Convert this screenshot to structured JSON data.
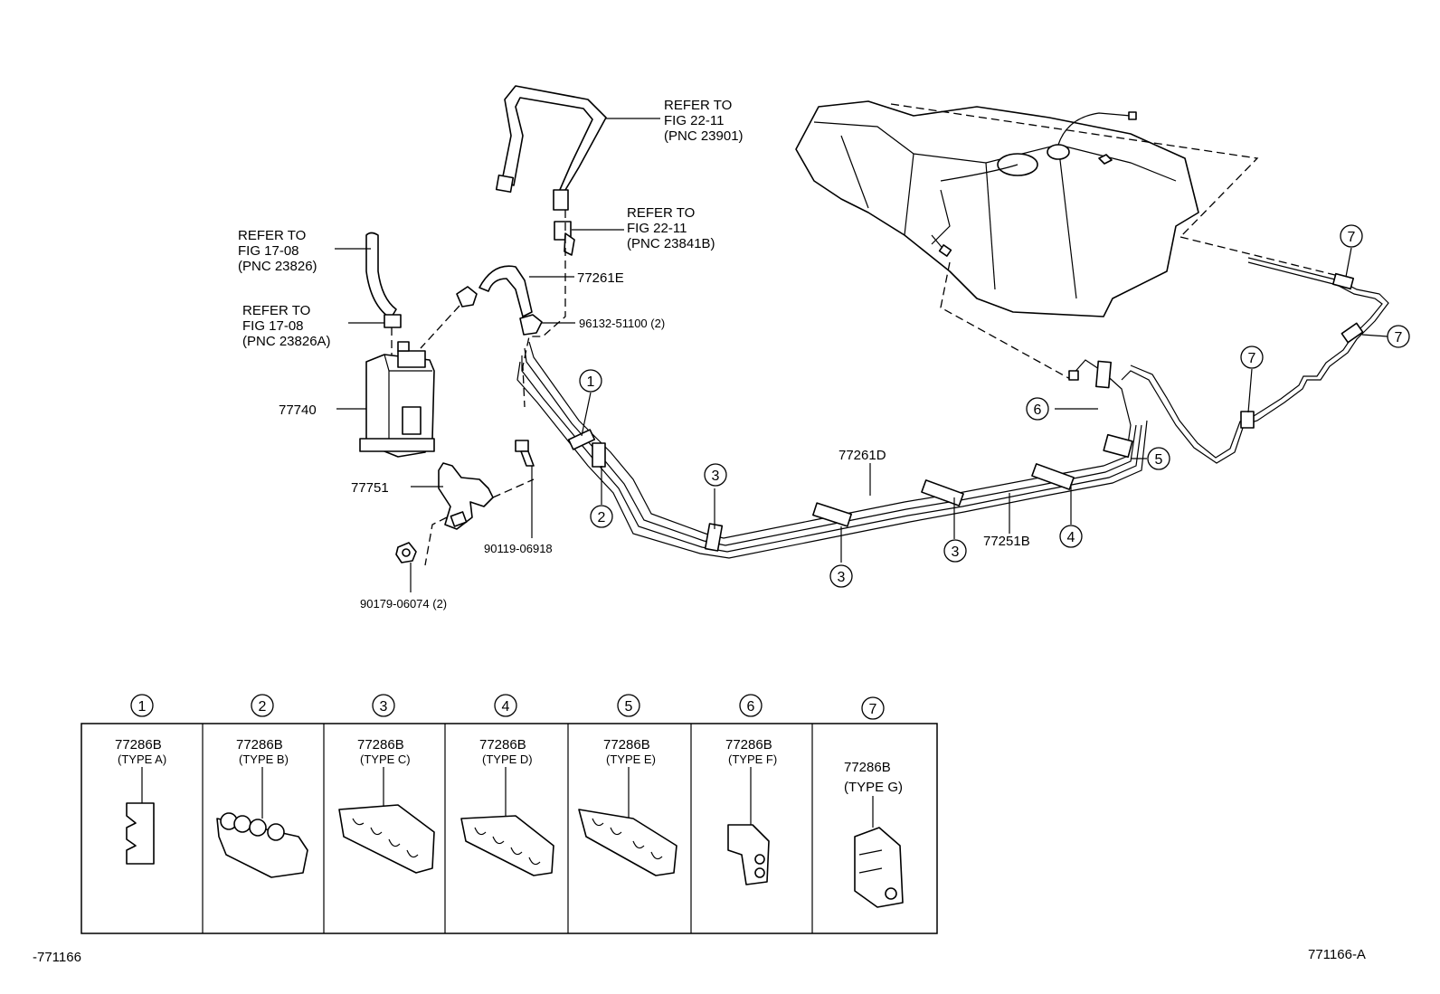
{
  "callouts": {
    "refer_fuel_pipe": [
      "REFER TO",
      "FIG 22-11",
      "(PNC 23901)"
    ],
    "refer_fuel_hose": [
      "REFER TO",
      "FIG 22-11",
      "(PNC 23841B)"
    ],
    "refer_vacuum_hose": [
      "REFER TO",
      "FIG 17-08",
      "(PNC 23826)"
    ],
    "refer_vacuum_clamp": [
      "REFER TO",
      "FIG 17-08",
      "(PNC 23826A)"
    ]
  },
  "part_numbers": {
    "hose_77261E": "77261E",
    "clip_96132": "96132-51100 (2)",
    "canister_77740": "77740",
    "bracket_77751": "77751",
    "bolt_90119": "90119-06918",
    "nut_90179": "90179-06074 (2)",
    "pipe_77261D": "77261D",
    "pipe_77251B": "77251B"
  },
  "clamp_markers": [
    "1",
    "2",
    "3",
    "4",
    "5",
    "6",
    "7"
  ],
  "clamp_table": [
    {
      "marker": "1",
      "part": "77286B",
      "type": "(TYPE A)"
    },
    {
      "marker": "2",
      "part": "77286B",
      "type": "(TYPE B)"
    },
    {
      "marker": "3",
      "part": "77286B",
      "type": "(TYPE C)"
    },
    {
      "marker": "4",
      "part": "77286B",
      "type": "(TYPE D)"
    },
    {
      "marker": "5",
      "part": "77286B",
      "type": "(TYPE E)"
    },
    {
      "marker": "6",
      "part": "77286B",
      "type": "(TYPE F)"
    },
    {
      "marker": "7",
      "part": "77286B",
      "type": "(TYPE  G)"
    }
  ],
  "footer": {
    "left_code": "-771166",
    "right_code": "771166-A"
  }
}
